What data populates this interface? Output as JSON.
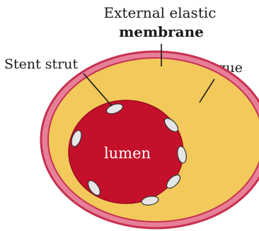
{
  "labels": {
    "external_line1": "External elastic",
    "external_line2": "membrane",
    "stent_strut": "Stent strut",
    "plaque": "Plaque",
    "lumen": "lumen"
  },
  "colors": {
    "membrane_outer": "#e77f98",
    "membrane_inner": "#c7304f",
    "plaque": "#f2c95a",
    "lumen": "#c4102a",
    "lumen_edge": "#9a0b1f",
    "strut_fill": "#e6e6e6",
    "strut_edge": "#333333",
    "leader_line": "#1a1a1a"
  }
}
